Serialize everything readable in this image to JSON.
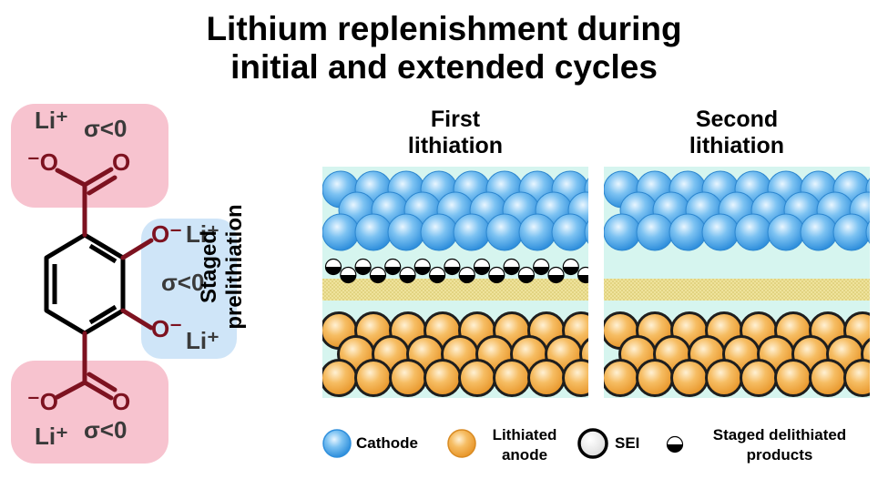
{
  "title": {
    "line1": "Lithium replenishment during",
    "line2": "initial and extended cycles"
  },
  "molecule": {
    "top_box": {
      "li_label": "Li⁺",
      "anion_o": "⁻O",
      "carbonyl_o": "O",
      "sigma": "σ<0"
    },
    "right_box": {
      "o1": "O⁻",
      "li1": "Li⁺",
      "sigma": "σ<0",
      "o2": "O⁻",
      "li2": "Li⁺"
    },
    "bottom_box": {
      "anion_o": "⁻O",
      "carbonyl_o": "O",
      "li_label": "Li⁺",
      "sigma": "σ<0"
    },
    "colors": {
      "pink_box": "#f7c3cf",
      "blue_box": "#cfe5f8",
      "bond": "#7d1220",
      "ring": "#000000",
      "text_dark": "#7d1220",
      "text_gray": "#3a3a3a"
    }
  },
  "side_label": {
    "line1": "Staged",
    "line2": "prelithiation"
  },
  "panels": [
    {
      "title_line1": "First",
      "title_line2": "lithiation",
      "has_delithiated_products": true
    },
    {
      "title_line1": "Second",
      "title_line2": "lithiation",
      "has_delithiated_products": false
    }
  ],
  "legend": {
    "cathode": "Cathode",
    "anode_line1": "Lithiated",
    "anode_line2": "anode",
    "sei": "SEI",
    "products_line1": "Staged delithiated",
    "products_line2": "products"
  },
  "colors": {
    "electrolyte": "#d6f5ef",
    "sei_layer": "#e8dc8a",
    "cathode": "#4aa3e8",
    "anode": "#f1a43a"
  }
}
